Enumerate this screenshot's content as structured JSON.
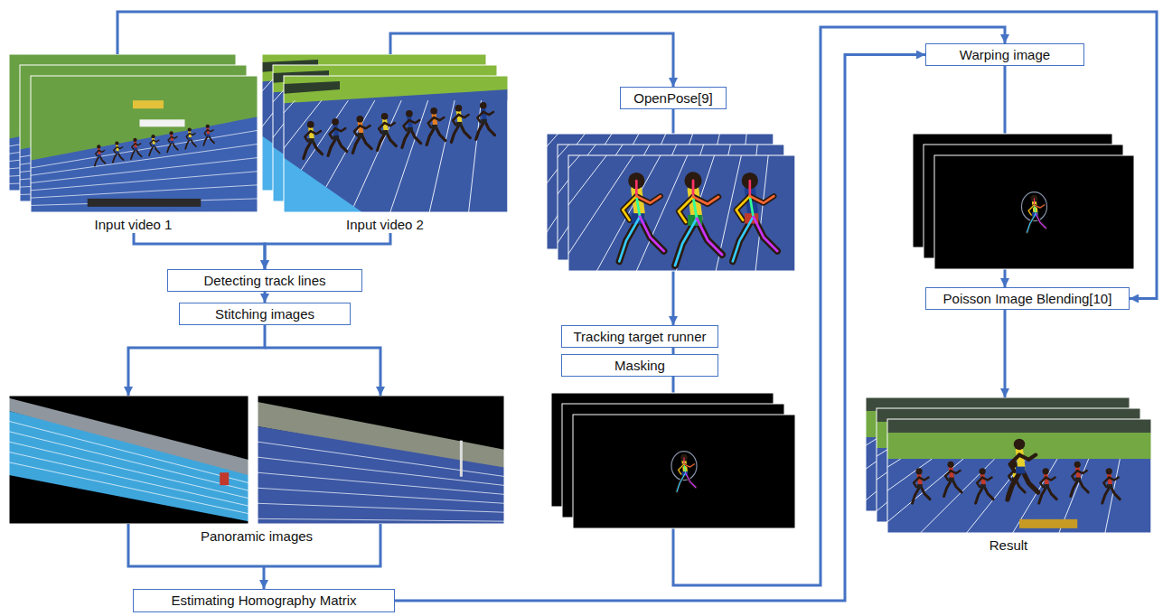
{
  "diagram": {
    "nodes": [
      {
        "text": [
          "Input video 1"
        ]
      },
      {
        "text": [
          "Input video 2"
        ]
      },
      {
        "text": [
          "OpenPose[9]"
        ]
      },
      {
        "text": [
          "Warping image"
        ]
      },
      {
        "text": [
          "Detecting track lines"
        ]
      },
      {
        "text": [
          "Stitching images"
        ]
      },
      {
        "text": [
          "Tracking target runner"
        ]
      },
      {
        "text": [
          "Masking"
        ]
      },
      {
        "text": [
          "Poisson Image Blending[10]"
        ]
      },
      {
        "text": [
          "Panoramic images"
        ]
      },
      {
        "text": [
          "Result"
        ]
      },
      {
        "text": [
          "Estimating Homography Matrix"
        ]
      }
    ],
    "edges": [
      {
        "from": 0,
        "to": 4,
        "arrow": "to"
      },
      {
        "from": 1,
        "to": 4,
        "arrow": "to"
      },
      {
        "from": 1,
        "to": 2,
        "arrow": "to"
      },
      {
        "from": 0,
        "to": 8,
        "arrow": "to"
      },
      {
        "from": 4,
        "to": 5,
        "arrow": "to"
      },
      {
        "from": 5,
        "to": 9,
        "arrow": "to"
      },
      {
        "from": 9,
        "to": 11,
        "arrow": "to"
      },
      {
        "from": 2,
        "to": 6,
        "arrow": "to"
      },
      {
        "from": 6,
        "to": 7,
        "arrow": "none"
      },
      {
        "from": 7,
        "to": 3,
        "arrow": "to"
      },
      {
        "from": 11,
        "to": 3,
        "arrow": "to"
      },
      {
        "from": 3,
        "to": 8,
        "arrow": "to"
      },
      {
        "from": 8,
        "to": 10,
        "arrow": "to"
      }
    ]
  }
}
